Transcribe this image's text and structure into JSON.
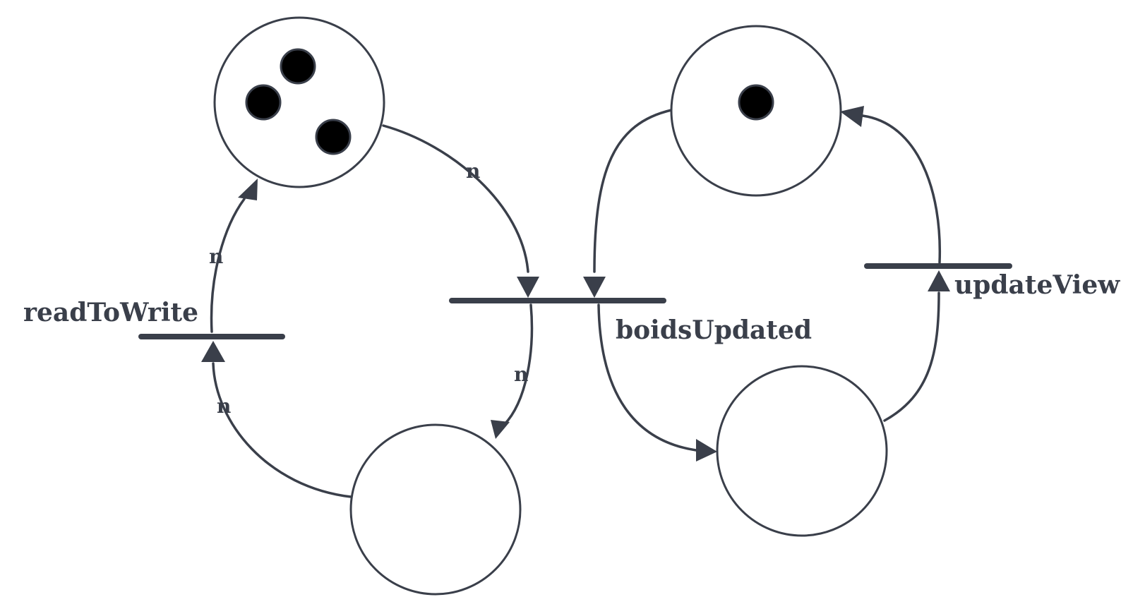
{
  "places": [
    {
      "id": "p1",
      "tokens": 3
    },
    {
      "id": "p2",
      "tokens": 0
    },
    {
      "id": "p3",
      "tokens": 1
    },
    {
      "id": "p4",
      "tokens": 0
    }
  ],
  "transitions": {
    "readToWrite": "readToWrite",
    "boidsUpdated": "boidsUpdated",
    "updateView": "updateView"
  },
  "arc_weights": {
    "p1_to_boidsUpdated": "n",
    "boidsUpdated_to_p2": "n",
    "p2_to_readToWrite": "n",
    "readToWrite_to_p1": "n"
  },
  "colors": {
    "stroke": "#3a3f4a",
    "token": "#000000"
  }
}
